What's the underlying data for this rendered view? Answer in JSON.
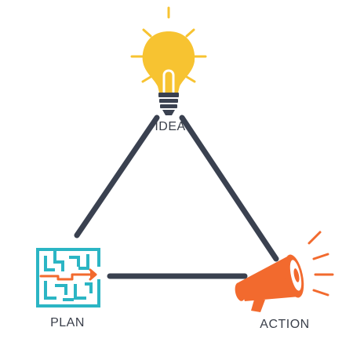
{
  "labels": {
    "idea": "IDEA",
    "plan": "PLAN",
    "action": "ACTION"
  },
  "icons": {
    "idea": "lightbulb-icon",
    "plan": "maze-icon",
    "action": "megaphone-icon"
  },
  "colors": {
    "triangle": "#3a4150",
    "bulb": "#f7c331",
    "bulb_base": "#3a4150",
    "maze": "#2bb5c4",
    "maze_path": "#f26a2e",
    "megaphone": "#f26a2e",
    "label_text": "#3a3f4a"
  }
}
